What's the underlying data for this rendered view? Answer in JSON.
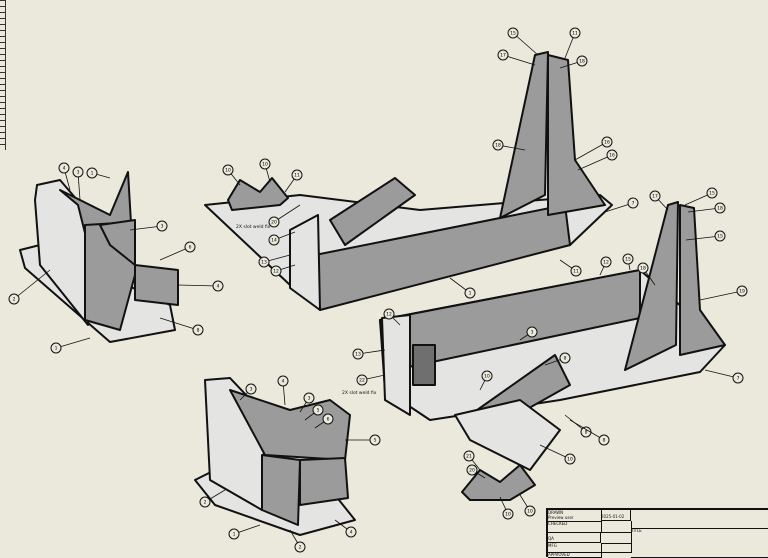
{
  "drawing": {
    "type": "isometric assembly drawing",
    "line_color": "#111111",
    "part_dark": "#9b9b9b",
    "part_light": "#e4e4e2",
    "background": "#ebe9dc"
  },
  "notes": {
    "weld_note_top": "2X slot weld fix",
    "weld_note_bottom": "2X slot weld fix"
  },
  "balloons": {
    "left_assembly": [
      "4",
      "3",
      "1",
      "3",
      "6",
      "4",
      "2",
      "8",
      "1"
    ],
    "top_assembly": [
      "10",
      "10",
      "11",
      "20",
      "14",
      "13",
      "12",
      "1",
      "7",
      "11"
    ],
    "tower": [
      "15",
      "11",
      "17",
      "18",
      "18",
      "16",
      "16"
    ],
    "right_assembly": [
      "17",
      "15",
      "18",
      "15",
      "12",
      "15",
      "18",
      "19",
      "7",
      "12",
      "3",
      "13",
      "22",
      "8",
      "10",
      "8",
      "8",
      "10",
      "21",
      "20",
      "10",
      "10"
    ],
    "bottom_assembly": [
      "3",
      "4",
      "3",
      "5",
      "6",
      "5",
      "2",
      "1",
      "2",
      "4"
    ]
  },
  "title_block": {
    "drawn_label": "DRAWN",
    "drawn_by": "Preview user",
    "drawn_date": "2025-01-02",
    "checked_label": "CHECKED",
    "qa_label": "QA",
    "mfg_label": "MFG",
    "approved_label": "APPROVED",
    "title_label": "TITLE"
  }
}
